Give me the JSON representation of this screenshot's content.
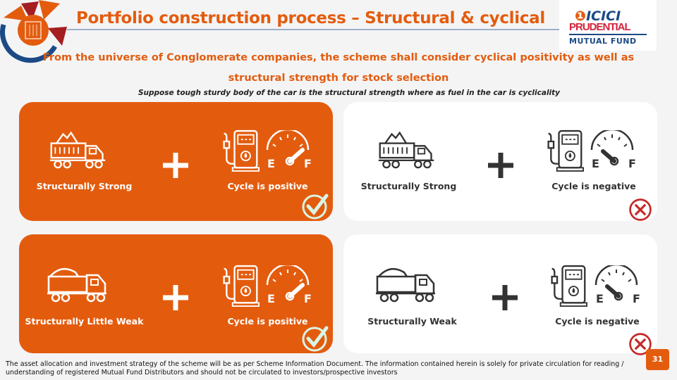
{
  "header": {
    "title": "Portfolio construction process – Structural & cyclical",
    "subtitle_line1": "From the universe of Conglomerate companies, the scheme shall consider cyclical positivity as well as",
    "subtitle_line2": "structural strength for stock selection",
    "note": "Suppose tough sturdy body of the car is the structural strength where as fuel in the car is cyclicality"
  },
  "logo": {
    "line1": "ICICI",
    "line2": "PRUDENTIAL",
    "line3": "MUTUAL FUND"
  },
  "cards": [
    {
      "structure": "Structurally Strong",
      "cycle": "Cycle is positive",
      "result": "check"
    },
    {
      "structure": "Structurally Strong",
      "cycle": "Cycle is negative",
      "result": "cross"
    },
    {
      "structure": "Structurally Little Weak",
      "cycle": "Cycle is positive",
      "result": "check"
    },
    {
      "structure": "Structurally Weak",
      "cycle": "Cycle is negative",
      "result": "cross"
    }
  ],
  "gauge": {
    "empty": "E",
    "full": "F"
  },
  "footer": {
    "disclaimer": "The asset allocation and investment strategy of the scheme will be as per Scheme Information Document. The information contained herein is solely for private circulation for reading / understanding of registered Mutual Fund Distributors and should not be circulated to investors/prospective investors",
    "page": "31"
  },
  "colors": {
    "accent": "#e35c0e",
    "navy": "#1b4a86",
    "check": "#d9f5e6",
    "cross": "#c62828"
  }
}
